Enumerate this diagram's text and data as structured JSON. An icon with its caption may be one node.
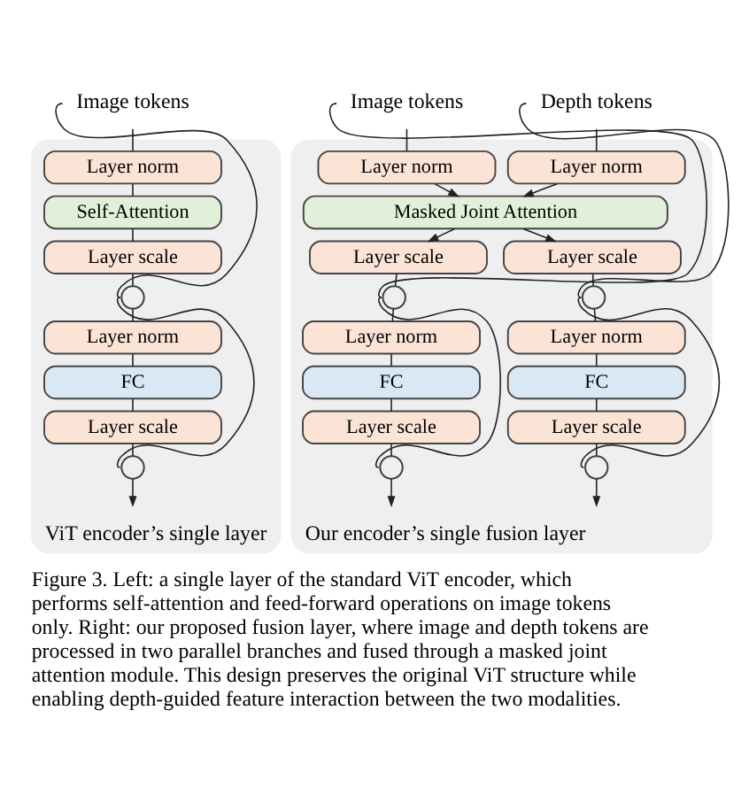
{
  "diagram": {
    "caption": "Figure 3. Left: a single layer of the standard ViT encoder, which performs self-attention and feed-forward operations on image tokens only. Right: our proposed fusion layer, where image and depth tokens are processed in two parallel branches and fused through a masked joint attention module. This design preserves the original ViT structure while enabling depth-guided feature interaction between the two modalities.",
    "nodes": [
      {
        "text": [
          "Image tokens"
        ]
      },
      {
        "text": [
          "ViT encoder’s single layer"
        ]
      },
      {
        "text": [
          "Layer norm"
        ],
        "in": 1
      },
      {
        "text": [
          "Self-Attention"
        ],
        "in": 1
      },
      {
        "text": [
          "Layer scale"
        ],
        "in": 1
      },
      {
        "text": [],
        "shape": "circle",
        "in": 1
      },
      {
        "text": [
          "Layer norm"
        ],
        "in": 1
      },
      {
        "text": [
          "FC"
        ],
        "in": 1
      },
      {
        "text": [
          "Layer scale"
        ],
        "in": 1
      },
      {
        "text": [],
        "shape": "circle",
        "in": 1
      },
      {
        "text": [
          "Image tokens"
        ]
      },
      {
        "text": [
          "Depth tokens"
        ]
      },
      {
        "text": [
          "Our encoder’s single fusion layer"
        ]
      },
      {
        "text": [
          "Layer norm"
        ],
        "in": 12
      },
      {
        "text": [
          "Layer norm"
        ],
        "in": 12
      },
      {
        "text": [
          "Masked Joint Attention"
        ],
        "in": 12
      },
      {
        "text": [
          "Layer scale"
        ],
        "in": 12
      },
      {
        "text": [
          "Layer scale"
        ],
        "in": 12
      },
      {
        "text": [],
        "shape": "circle",
        "in": 12
      },
      {
        "text": [],
        "shape": "circle",
        "in": 12
      },
      {
        "text": [
          "Layer norm"
        ],
        "in": 12
      },
      {
        "text": [
          "Layer norm"
        ],
        "in": 12
      },
      {
        "text": [
          "FC"
        ],
        "in": 12
      },
      {
        "text": [
          "FC"
        ],
        "in": 12
      },
      {
        "text": [
          "Layer scale"
        ],
        "in": 12
      },
      {
        "text": [
          "Layer scale"
        ],
        "in": 12
      },
      {
        "text": [],
        "shape": "circle",
        "in": 12
      },
      {
        "text": [],
        "shape": "circle",
        "in": 12
      }
    ],
    "edges": [
      {
        "from": 0,
        "to": 2,
        "arrow": "none"
      },
      {
        "from": 0,
        "to": 5,
        "arrow": "none"
      },
      {
        "from": 2,
        "to": 3,
        "arrow": "none"
      },
      {
        "from": 3,
        "to": 4,
        "arrow": "none"
      },
      {
        "from": 4,
        "to": 5,
        "arrow": "none"
      },
      {
        "from": 5,
        "to": 6,
        "arrow": "none"
      },
      {
        "from": 5,
        "to": 9,
        "arrow": "none"
      },
      {
        "from": 6,
        "to": 7,
        "arrow": "none"
      },
      {
        "from": 7,
        "to": 8,
        "arrow": "none"
      },
      {
        "from": 8,
        "to": 9,
        "arrow": "none"
      },
      {
        "from": 9,
        "to": null,
        "arrow": "to"
      },
      {
        "from": 10,
        "to": 13,
        "arrow": "none"
      },
      {
        "from": 11,
        "to": 14,
        "arrow": "none"
      },
      {
        "from": 10,
        "to": 18,
        "arrow": "none"
      },
      {
        "from": 11,
        "to": 19,
        "arrow": "none"
      },
      {
        "from": 13,
        "to": 15,
        "arrow": "to"
      },
      {
        "from": 14,
        "to": 15,
        "arrow": "to"
      },
      {
        "from": 15,
        "to": 16,
        "arrow": "to"
      },
      {
        "from": 15,
        "to": 17,
        "arrow": "to"
      },
      {
        "from": 16,
        "to": 18,
        "arrow": "none"
      },
      {
        "from": 17,
        "to": 19,
        "arrow": "none"
      },
      {
        "from": 18,
        "to": 20,
        "arrow": "none"
      },
      {
        "from": 19,
        "to": 21,
        "arrow": "none"
      },
      {
        "from": 18,
        "to": 26,
        "arrow": "none"
      },
      {
        "from": 19,
        "to": 27,
        "arrow": "none"
      },
      {
        "from": 20,
        "to": 22,
        "arrow": "none"
      },
      {
        "from": 21,
        "to": 23,
        "arrow": "none"
      },
      {
        "from": 22,
        "to": 24,
        "arrow": "none"
      },
      {
        "from": 23,
        "to": 25,
        "arrow": "none"
      },
      {
        "from": 24,
        "to": 26,
        "arrow": "none"
      },
      {
        "from": 25,
        "to": 27,
        "arrow": "none"
      },
      {
        "from": 26,
        "to": null,
        "arrow": "to"
      },
      {
        "from": 27,
        "to": null,
        "arrow": "to"
      }
    ]
  }
}
